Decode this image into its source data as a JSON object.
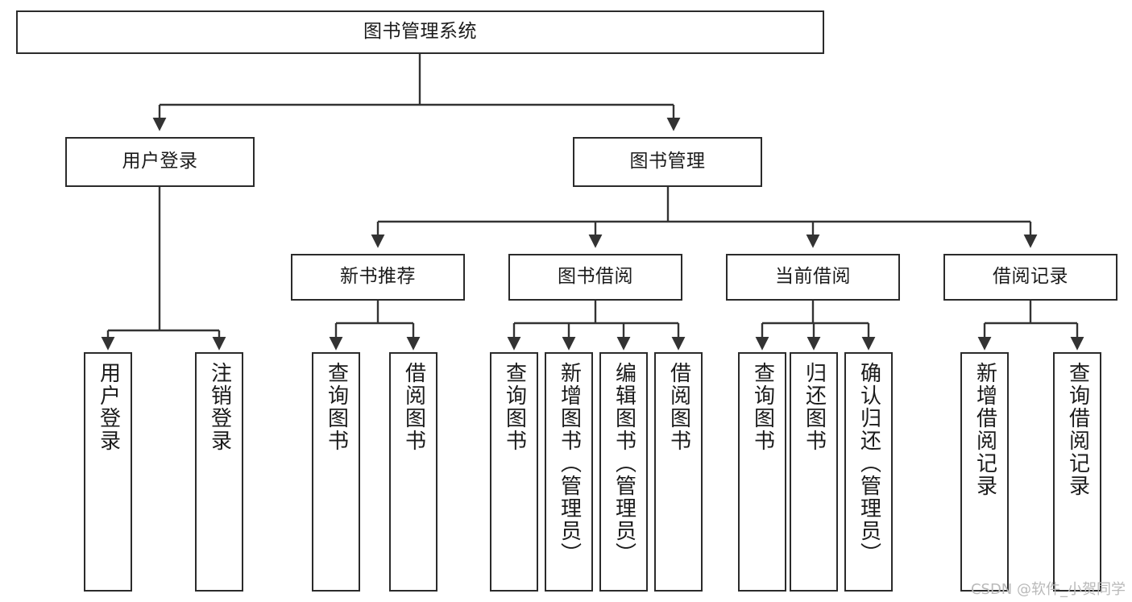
{
  "diagram": {
    "title": "图书管理系统",
    "type": "tree-hierarchy-diagram",
    "colors": {
      "box_border": "#2b2b2b",
      "box_fill": "#ffffff",
      "connector": "#333333",
      "text": "#1b1b1b",
      "watermark": "#b9b9b9",
      "background": "#ffffff"
    },
    "root": {
      "label": "图书管理系统"
    },
    "level2": [
      {
        "label": "用户登录"
      },
      {
        "label": "图书管理"
      }
    ],
    "level3": [
      {
        "label": "新书推荐"
      },
      {
        "label": "图书借阅"
      },
      {
        "label": "当前借阅"
      },
      {
        "label": "借阅记录"
      }
    ],
    "leaves": {
      "user_login": [
        {
          "label": "用户登录"
        },
        {
          "label": "注销登录"
        }
      ],
      "new_book_recommend": [
        {
          "label": "查询图书"
        },
        {
          "label": "借阅图书"
        }
      ],
      "book_borrow": [
        {
          "label": "查询图书"
        },
        {
          "label": "新增图书（管理员）"
        },
        {
          "label": "编辑图书（管理员）"
        },
        {
          "label": "借阅图书"
        }
      ],
      "current_borrow": [
        {
          "label": "查询图书"
        },
        {
          "label": "归还图书"
        },
        {
          "label": "确认归还（管理员）"
        }
      ],
      "borrow_record": [
        {
          "label": "新增借阅记录"
        },
        {
          "label": "查询借阅记录"
        }
      ]
    }
  },
  "watermark": {
    "text": "CSDN @软件_小贺同学"
  }
}
